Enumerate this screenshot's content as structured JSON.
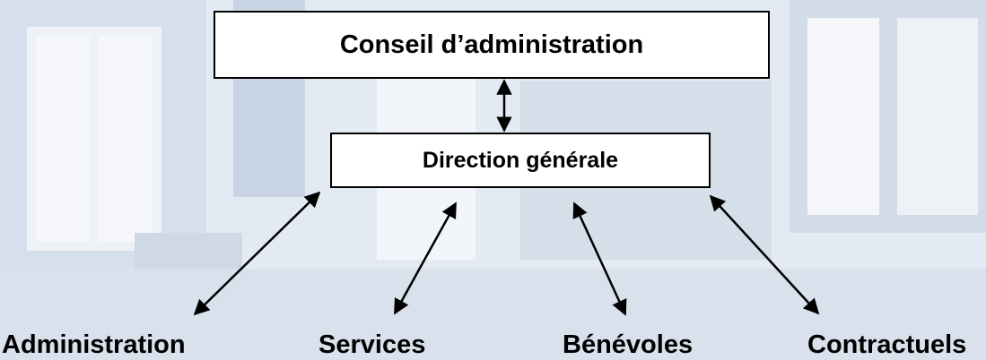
{
  "diagram": {
    "top_box": "Conseil d’administration",
    "middle_box": "Direction générale",
    "units": [
      "Administration",
      "Services",
      "Bénévoles",
      "Contractuels"
    ]
  },
  "colors": {
    "background": "#dfe7f1",
    "box_fill": "#ffffff",
    "stroke": "#000000"
  }
}
